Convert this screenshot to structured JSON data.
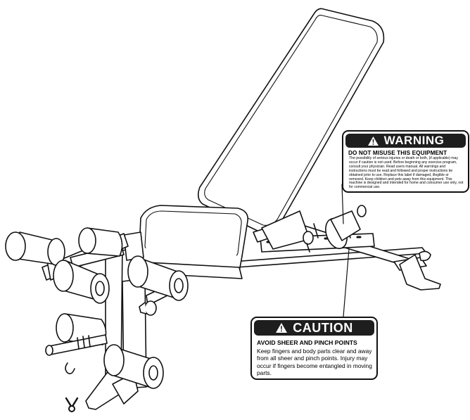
{
  "warning_label": {
    "icon": "warning-triangle-icon",
    "heading": "WARNING",
    "subheading": "DO NOT MISUSE THIS EQUIPMENT",
    "body": "The possibility of serious injuries or death or both, (if applicable) may occur if caution is not used. Before beginning any exercise program, consult your physician. Read users manual. All warnings and instructions must be read and followed and proper instructions be obtained prior to use. Replace this label if damaged, illegible or removed. Keep children and pets away from this equipment. This machine is designed and intended for home and consumer use only, not for commercial use."
  },
  "caution_label": {
    "icon": "warning-triangle-icon",
    "heading": "CAUTION",
    "subheading": "AVOID SHEER AND PINCH POINTS",
    "body": "Keep fingers and body parts clear and away from all sheer and pinch points. Injury may occur if fingers become entangled in moving parts."
  },
  "colors": {
    "label_header": "#1e1e1e",
    "line_art": "#111111",
    "background": "#ffffff"
  }
}
